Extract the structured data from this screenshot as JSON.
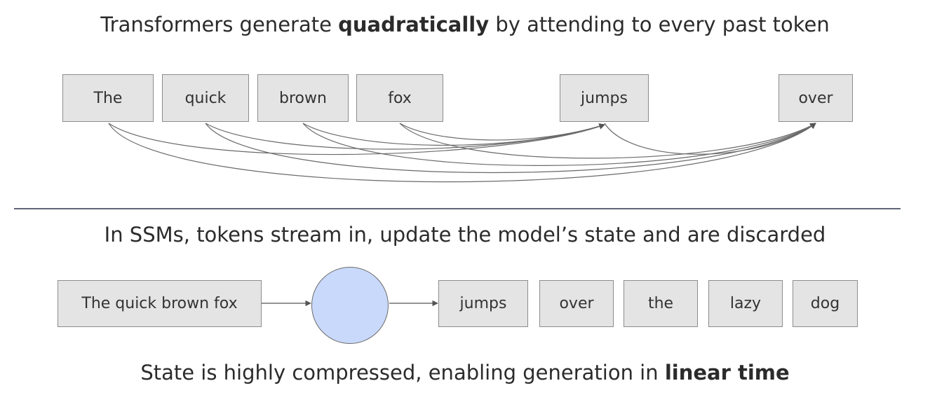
{
  "top": {
    "caption_pre": "Transformers generate ",
    "caption_bold": "quadratically",
    "caption_post": " by attending to every past token",
    "tokens": [
      "The",
      "quick",
      "brown",
      "fox",
      "jumps",
      "over"
    ]
  },
  "bottom": {
    "caption": "In SSMs, tokens stream in, update the model’s state and are discarded",
    "input_label": "The quick brown fox",
    "outputs": [
      "jumps",
      "over",
      "the",
      "lazy",
      "dog"
    ]
  },
  "footer": {
    "caption_pre": "State is highly compressed, enabling generation in ",
    "caption_bold": "linear time"
  },
  "colors": {
    "token_fill": "#e4e4e4",
    "state_fill": "#c9d9fb",
    "divider": "#5f6577",
    "arrow": "#555555"
  }
}
